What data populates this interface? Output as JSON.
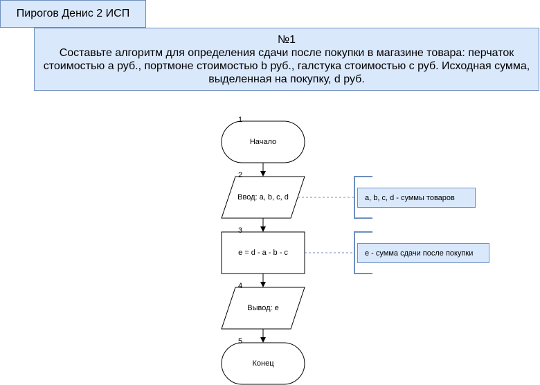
{
  "header": {
    "author_label": "Пирогов Денис 2 ИСП"
  },
  "task": {
    "number": "№1",
    "text": "Составьте алгоритм для определения сдачи после покупки в магазине товара: перчаток стоимостью a руб., портмоне стоимостью b руб., галстука стоимостью c руб. Исходная сумма, выделенная на покупку, d руб."
  },
  "flowchart": {
    "blocks": [
      {
        "index": "1",
        "type": "terminator",
        "label": "Начало"
      },
      {
        "index": "2",
        "type": "io",
        "label": "Ввод: a, b, c, d"
      },
      {
        "index": "3",
        "type": "process",
        "label": "e = d - a - b - c"
      },
      {
        "index": "4",
        "type": "io",
        "label": "Вывод: e"
      },
      {
        "index": "5",
        "type": "terminator",
        "label": "Конец"
      }
    ],
    "annotations": [
      {
        "attached_to": "2",
        "text": "a, b, c, d - суммы товаров"
      },
      {
        "attached_to": "3",
        "text": "e - сумма сдачи после покупки"
      }
    ]
  },
  "colors": {
    "box_fill": "#dae8fc",
    "box_border": "#6c8ebf",
    "shape_stroke": "#000000"
  }
}
